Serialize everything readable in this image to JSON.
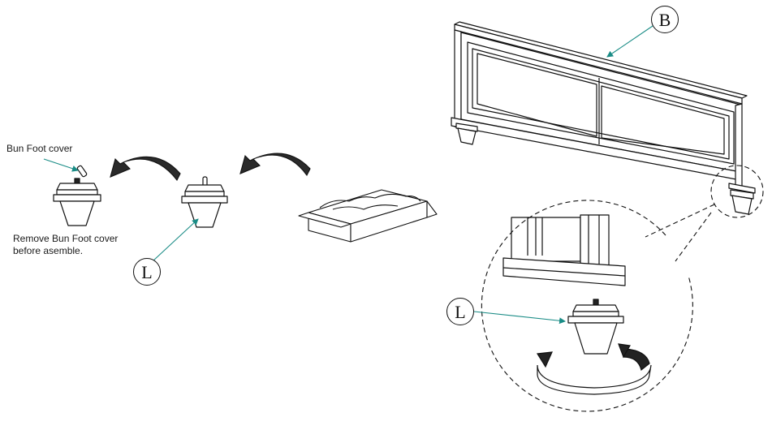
{
  "labels": {
    "bun_foot_cover": "Bun Foot cover",
    "instruction_line1": "Remove Bun Foot cover",
    "instruction_line2": "before asemble."
  },
  "callouts": {
    "headboard": "B",
    "foot_left": "L",
    "foot_detail": "L"
  },
  "colors": {
    "leader": "#1a8c86",
    "line": "#111111",
    "arrow_fill": "#222222"
  }
}
